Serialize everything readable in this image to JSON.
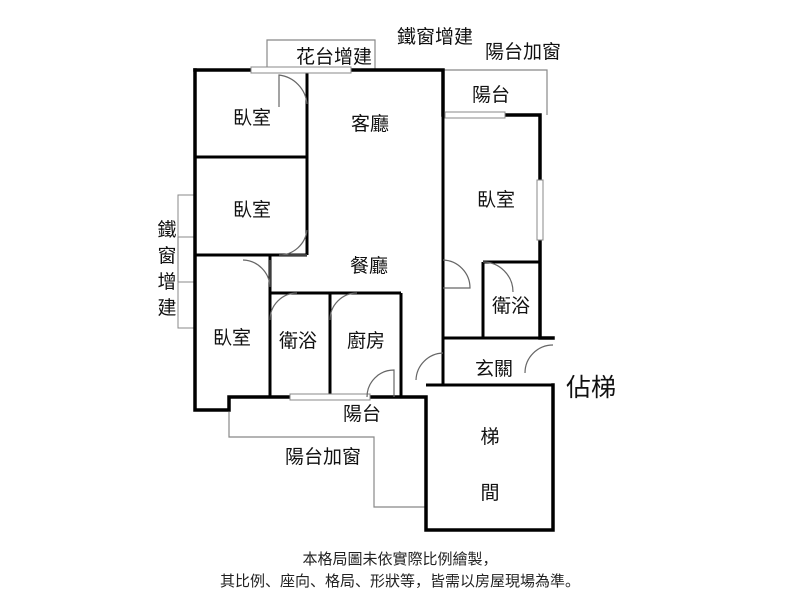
{
  "labels": {
    "flower_platform": "花台增建",
    "iron_window_top": "鐵窗增建",
    "balcony_window_top": "陽台加窗",
    "balcony_top": "陽台",
    "bedroom_1": "臥室",
    "bedroom_2": "臥室",
    "bedroom_3": "臥室",
    "bedroom_4": "臥室",
    "living_room": "客廳",
    "dining_room": "餐廳",
    "bathroom_1": "衛浴",
    "bathroom_2": "衛浴",
    "kitchen": "廚房",
    "entrance": "玄關",
    "stair_occupied": "佔梯",
    "stair_char_1": "梯",
    "stair_char_2": "間",
    "balcony_bottom": "陽台",
    "balcony_window_bottom": "陽台加窗",
    "iron_window_side": [
      "鐵",
      "窗",
      "增",
      "建"
    ]
  },
  "footnote": {
    "line1": "本格局圖未依實際比例繪製，",
    "line2": "其比例、座向、格局、形狀等，皆需以房屋現場為準。"
  }
}
